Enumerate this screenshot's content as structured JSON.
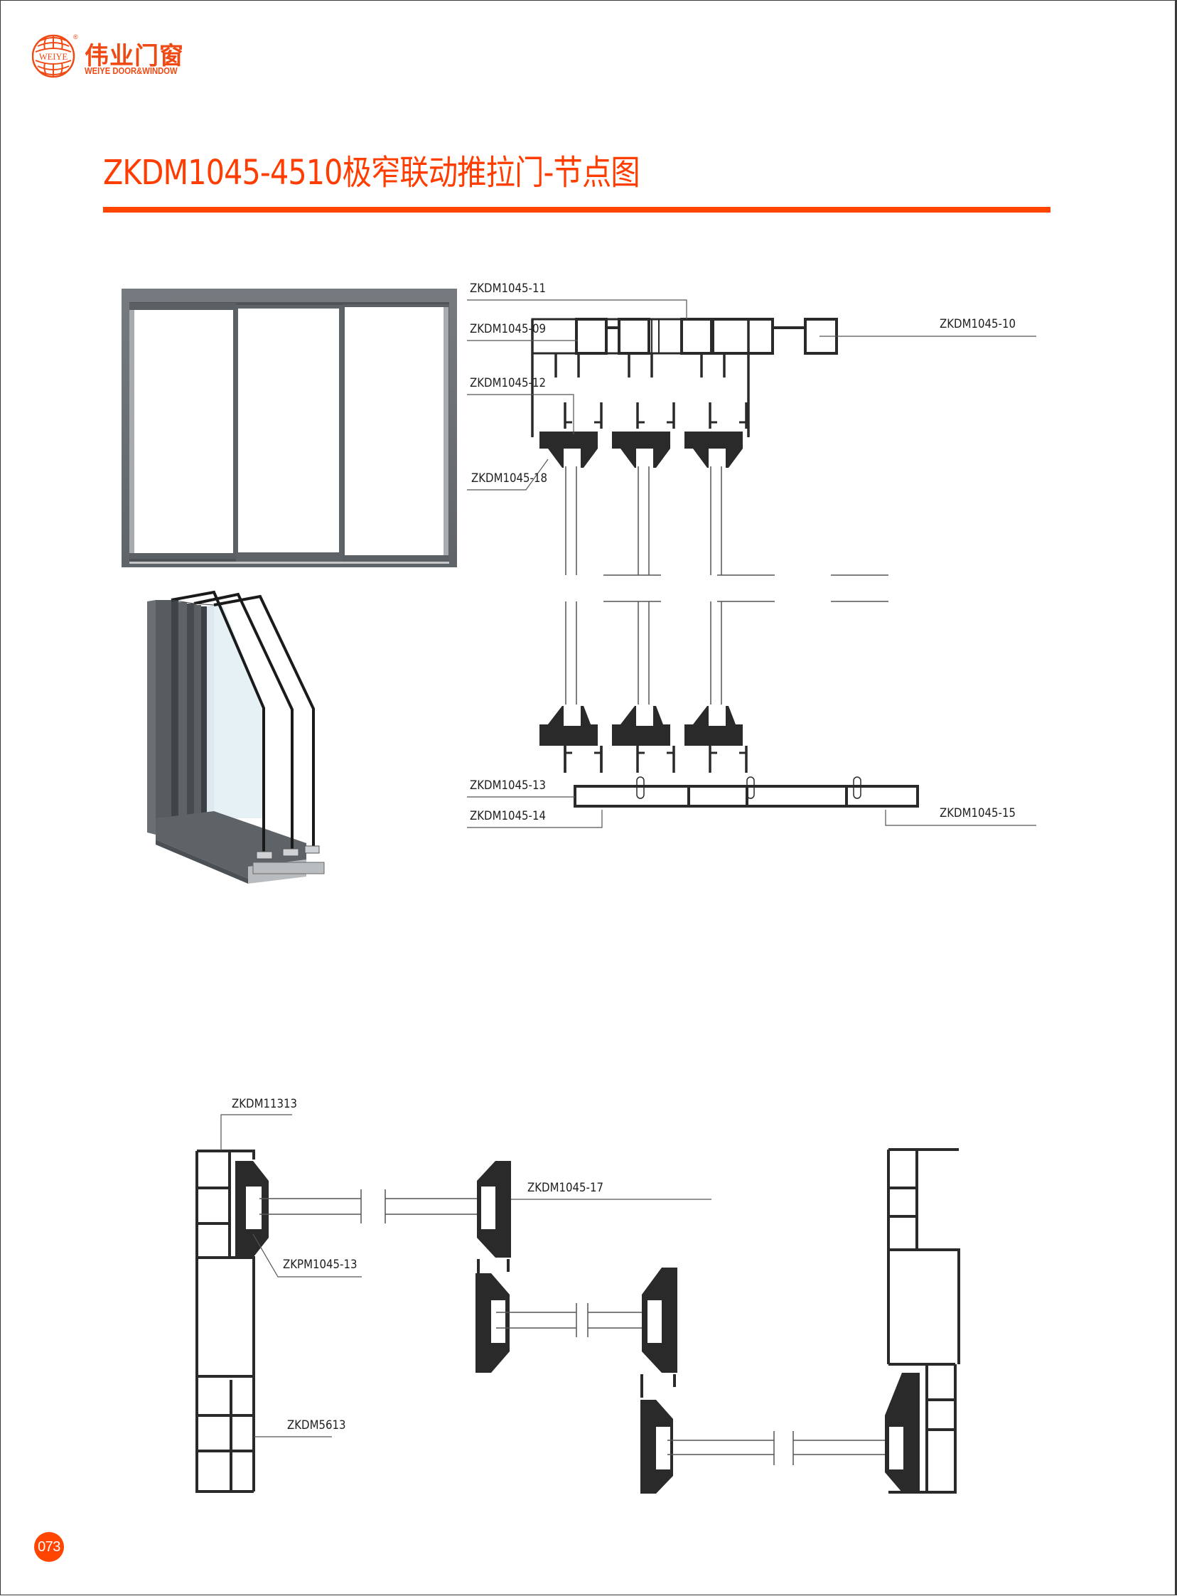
{
  "brand": {
    "name_cn": "伟业门窗",
    "name_en": "WEIYE DOOR&WINDOW",
    "emblem_text": "WEIYE",
    "registered_mark": "®",
    "color": "#f04a14"
  },
  "header": {
    "title": "ZKDM1045-4510极窄联动推拉门-节点图",
    "accent_color": "#ff4500"
  },
  "figures": {
    "elevation": {
      "description": "three-panel sliding door elevation",
      "panel_count": 3,
      "frame_color": "#6b7075"
    },
    "corner_render": {
      "description": "3D corner cutaway of frame with triple sliding sashes",
      "glass_panes": 3
    },
    "vertical_section": {
      "labels": [
        {
          "id": "top-11",
          "text": "ZKDM1045-11"
        },
        {
          "id": "top-09",
          "text": "ZKDM1045-09"
        },
        {
          "id": "top-12",
          "text": "ZKDM1045-12"
        },
        {
          "id": "top-18",
          "text": "ZKDM1045-18"
        },
        {
          "id": "top-10",
          "text": "ZKDM1045-10"
        },
        {
          "id": "bottom-13",
          "text": "ZKDM1045-13"
        },
        {
          "id": "bottom-14",
          "text": "ZKDM1045-14"
        },
        {
          "id": "bottom-15",
          "text": "ZKDM1045-15"
        }
      ]
    },
    "horizontal_section": {
      "labels": [
        {
          "id": "h-11313",
          "text": "ZKDM11313"
        },
        {
          "id": "h-17",
          "text": "ZKDM1045-17"
        },
        {
          "id": "h-pm13",
          "text": "ZKPM1045-13"
        },
        {
          "id": "h-5613",
          "text": "ZKDM5613"
        }
      ]
    }
  },
  "footer": {
    "page_number": "073"
  }
}
